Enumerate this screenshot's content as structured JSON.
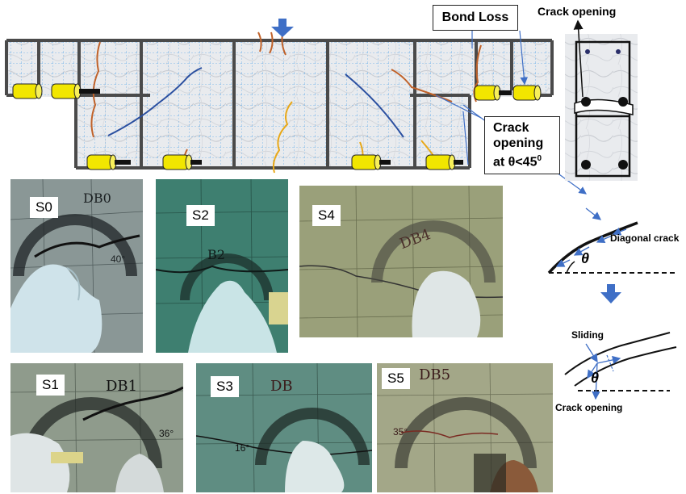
{
  "annotations": {
    "bond_loss": "Bond Loss",
    "crack_opening_top": "Crack opening",
    "crack_opening_box_line1": "Crack",
    "crack_opening_box_line2": "opening",
    "crack_opening_box_line3": "at θ<45",
    "crack_opening_box_sup": "0",
    "diagonal_crack": "Diagonal crack",
    "theta1": "θ",
    "sliding": "Sliding",
    "theta2": "θ",
    "crack_opening_bottom": "Crack opening"
  },
  "photos": [
    {
      "label": "S0",
      "handwriting": "DB0",
      "angle": "40°"
    },
    {
      "label": "S2",
      "handwriting": "B2",
      "angle": ""
    },
    {
      "label": "S4",
      "handwriting": "DB4",
      "angle": ""
    },
    {
      "label": "S1",
      "handwriting": "DB1",
      "angle": "36°"
    },
    {
      "label": "S3",
      "handwriting": "DB",
      "angle": "16°"
    },
    {
      "label": "S5",
      "handwriting": "DB5",
      "angle": "35°"
    }
  ],
  "colors": {
    "beam_frame": "#4a4a4a",
    "grid": "#5aa8e8",
    "crack_orange": "#c0622a",
    "crack_blue": "#2a4fa0",
    "crack_yellow": "#e8a818",
    "sensor": "#f2e600",
    "arrow_blue": "#3f6fc6"
  }
}
